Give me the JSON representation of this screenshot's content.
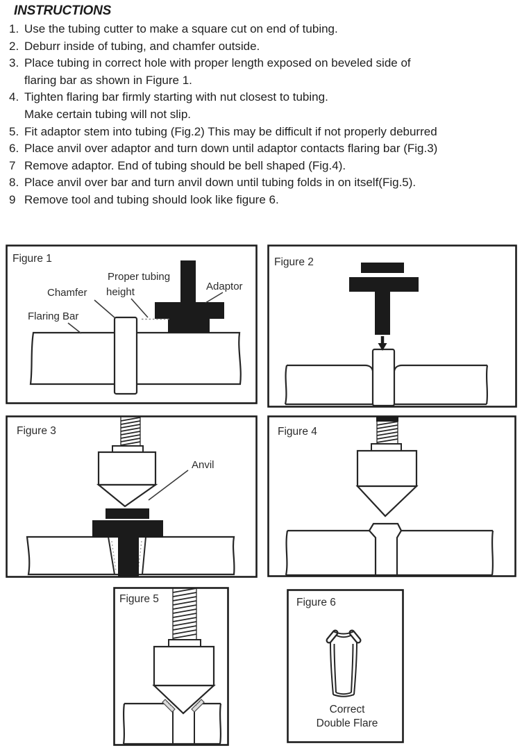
{
  "title": "INSTRUCTIONS",
  "colors": {
    "ink": "#262626",
    "solid_black": "#1b1b1b",
    "background": "#ffffff"
  },
  "steps": [
    {
      "num": "1.",
      "text": "Use the tubing cutter to make a square cut on end of tubing."
    },
    {
      "num": "2.",
      "text": "Deburr inside of tubing, and chamfer outside."
    },
    {
      "num": "3.",
      "text": "Place tubing in correct hole with proper length exposed on beveled side of",
      "text2": "flaring bar as shown in Figure 1."
    },
    {
      "num": "4.",
      "text": "Tighten flaring bar firmly starting with nut closest to tubing.",
      "text2": "Make certain tubing will not slip."
    },
    {
      "num": "5.",
      "text": "Fit adaptor stem into tubing (Fig.2) This may be difficult if not properly deburred"
    },
    {
      "num": "6.",
      "text": "Place anvil over adaptor and turn down until adaptor contacts flaring bar (Fig.3)"
    },
    {
      "num": "7",
      "text": "Remove adaptor. End of tubing should be bell shaped (Fig.4)."
    },
    {
      "num": "8.",
      "text": "Place anvil over bar and turn anvil down until tubing folds in on itself(Fig.5)."
    },
    {
      "num": "9",
      "text": "Remove tool and tubing should look like figure 6."
    }
  ],
  "figures": {
    "fig1": {
      "label": "Figure 1",
      "labels": {
        "proper_tubing_1": "Proper tubing",
        "proper_tubing_2": "height",
        "chamfer": "Chamfer",
        "adaptor": "Adaptor",
        "flaring_bar": "Flaring Bar"
      }
    },
    "fig2": {
      "label": "Figure 2"
    },
    "fig3": {
      "label": "Figure 3",
      "labels": {
        "anvil": "Anvil"
      }
    },
    "fig4": {
      "label": "Figure 4"
    },
    "fig5": {
      "label": "Figure 5"
    },
    "fig6": {
      "label": "Figure 6",
      "caption1": "Correct",
      "caption2": "Double Flare"
    }
  }
}
